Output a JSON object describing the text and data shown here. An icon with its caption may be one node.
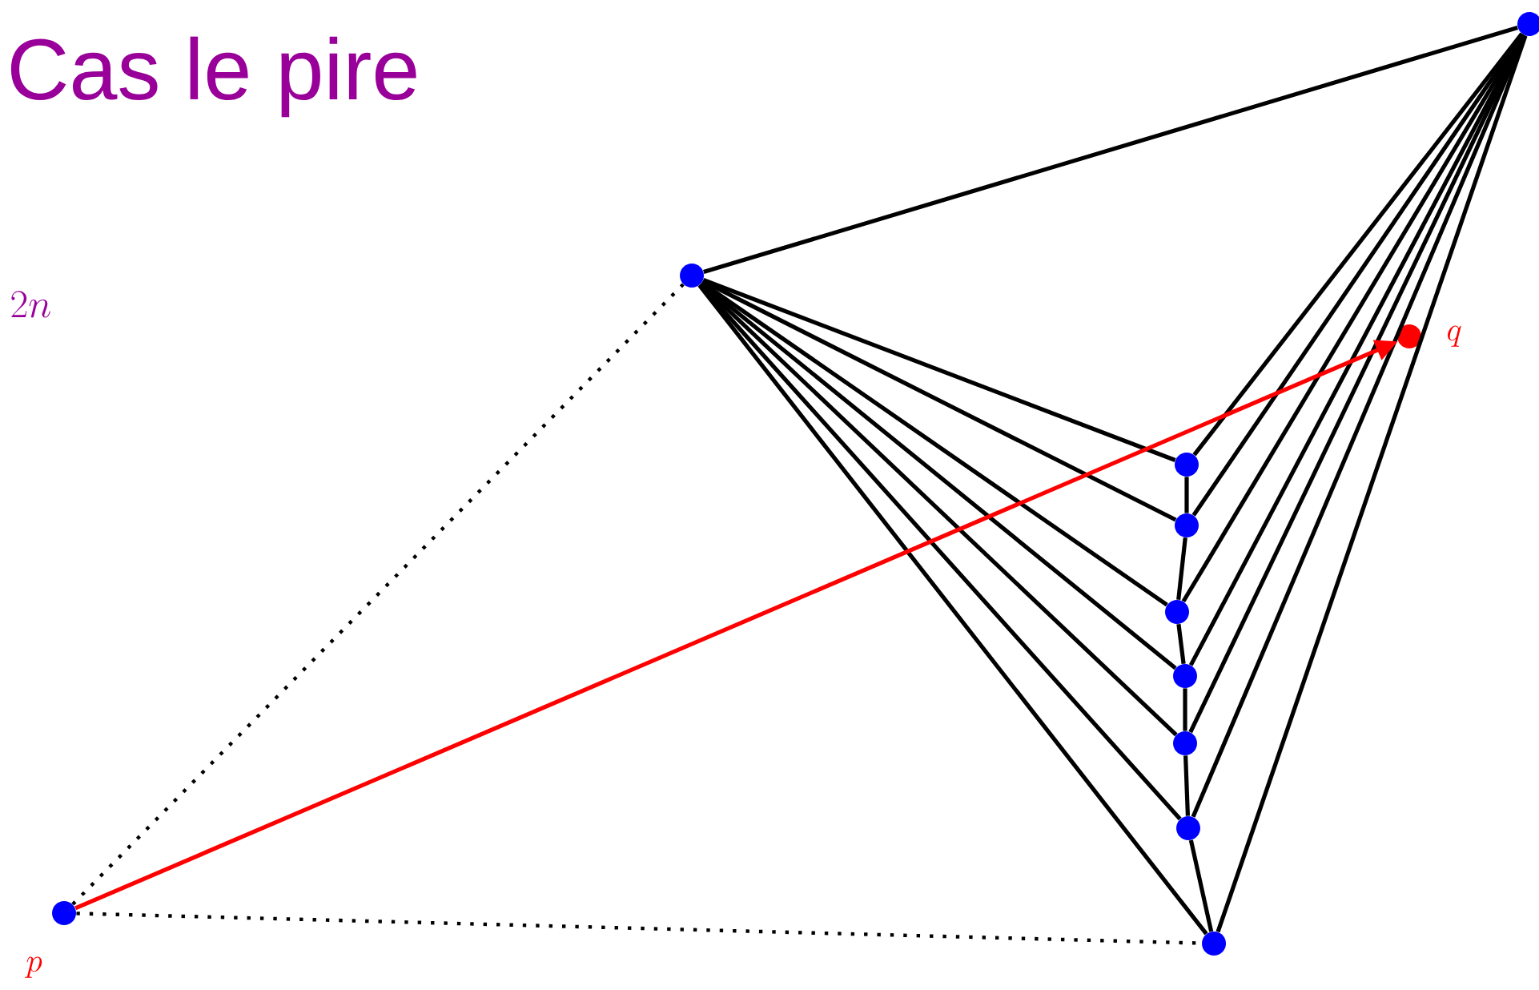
{
  "diagram": {
    "title": "Cas le pire",
    "nodes": [
      {
        "text": [],
        "shape": "circle"
      },
      {
        "text": [],
        "shape": "circle"
      },
      {
        "text": [],
        "shape": "circle",
        "beside": [
          "q"
        ]
      },
      {
        "text": [],
        "shape": "circle"
      },
      {
        "text": [],
        "shape": "circle"
      },
      {
        "text": [],
        "shape": "circle"
      },
      {
        "text": [],
        "shape": "circle"
      },
      {
        "text": [],
        "shape": "circle"
      },
      {
        "text": [],
        "shape": "circle"
      },
      {
        "text": [],
        "shape": "circle",
        "beside": [
          "p"
        ]
      },
      {
        "text": [],
        "shape": "circle"
      }
    ],
    "edges": [
      {
        "from": 1,
        "to": 0,
        "arrow": "none"
      },
      {
        "from": 1,
        "to": 3,
        "arrow": "none"
      },
      {
        "from": 1,
        "to": 4,
        "arrow": "none"
      },
      {
        "from": 1,
        "to": 5,
        "arrow": "none"
      },
      {
        "from": 1,
        "to": 6,
        "arrow": "none"
      },
      {
        "from": 1,
        "to": 7,
        "arrow": "none"
      },
      {
        "from": 1,
        "to": 8,
        "arrow": "none"
      },
      {
        "from": 1,
        "to": 10,
        "arrow": "none"
      },
      {
        "from": 0,
        "to": 3,
        "arrow": "none"
      },
      {
        "from": 0,
        "to": 4,
        "arrow": "none"
      },
      {
        "from": 0,
        "to": 5,
        "arrow": "none"
      },
      {
        "from": 0,
        "to": 6,
        "arrow": "none"
      },
      {
        "from": 0,
        "to": 7,
        "arrow": "none"
      },
      {
        "from": 0,
        "to": 8,
        "arrow": "none"
      },
      {
        "from": 0,
        "to": 10,
        "arrow": "none"
      },
      {
        "from": 3,
        "to": 4,
        "arrow": "none"
      },
      {
        "from": 4,
        "to": 5,
        "arrow": "none"
      },
      {
        "from": 5,
        "to": 6,
        "arrow": "none"
      },
      {
        "from": 6,
        "to": 7,
        "arrow": "none"
      },
      {
        "from": 7,
        "to": 8,
        "arrow": "none"
      },
      {
        "from": 8,
        "to": 10,
        "arrow": "none"
      },
      {
        "from": 9,
        "to": 1,
        "arrow": "none",
        "style": "dashed"
      },
      {
        "from": 9,
        "to": 10,
        "arrow": "none",
        "style": "dashed"
      },
      {
        "from": 9,
        "to": 2,
        "arrow": "to",
        "color": "#ff0000"
      }
    ],
    "labels": [
      "2n"
    ]
  }
}
